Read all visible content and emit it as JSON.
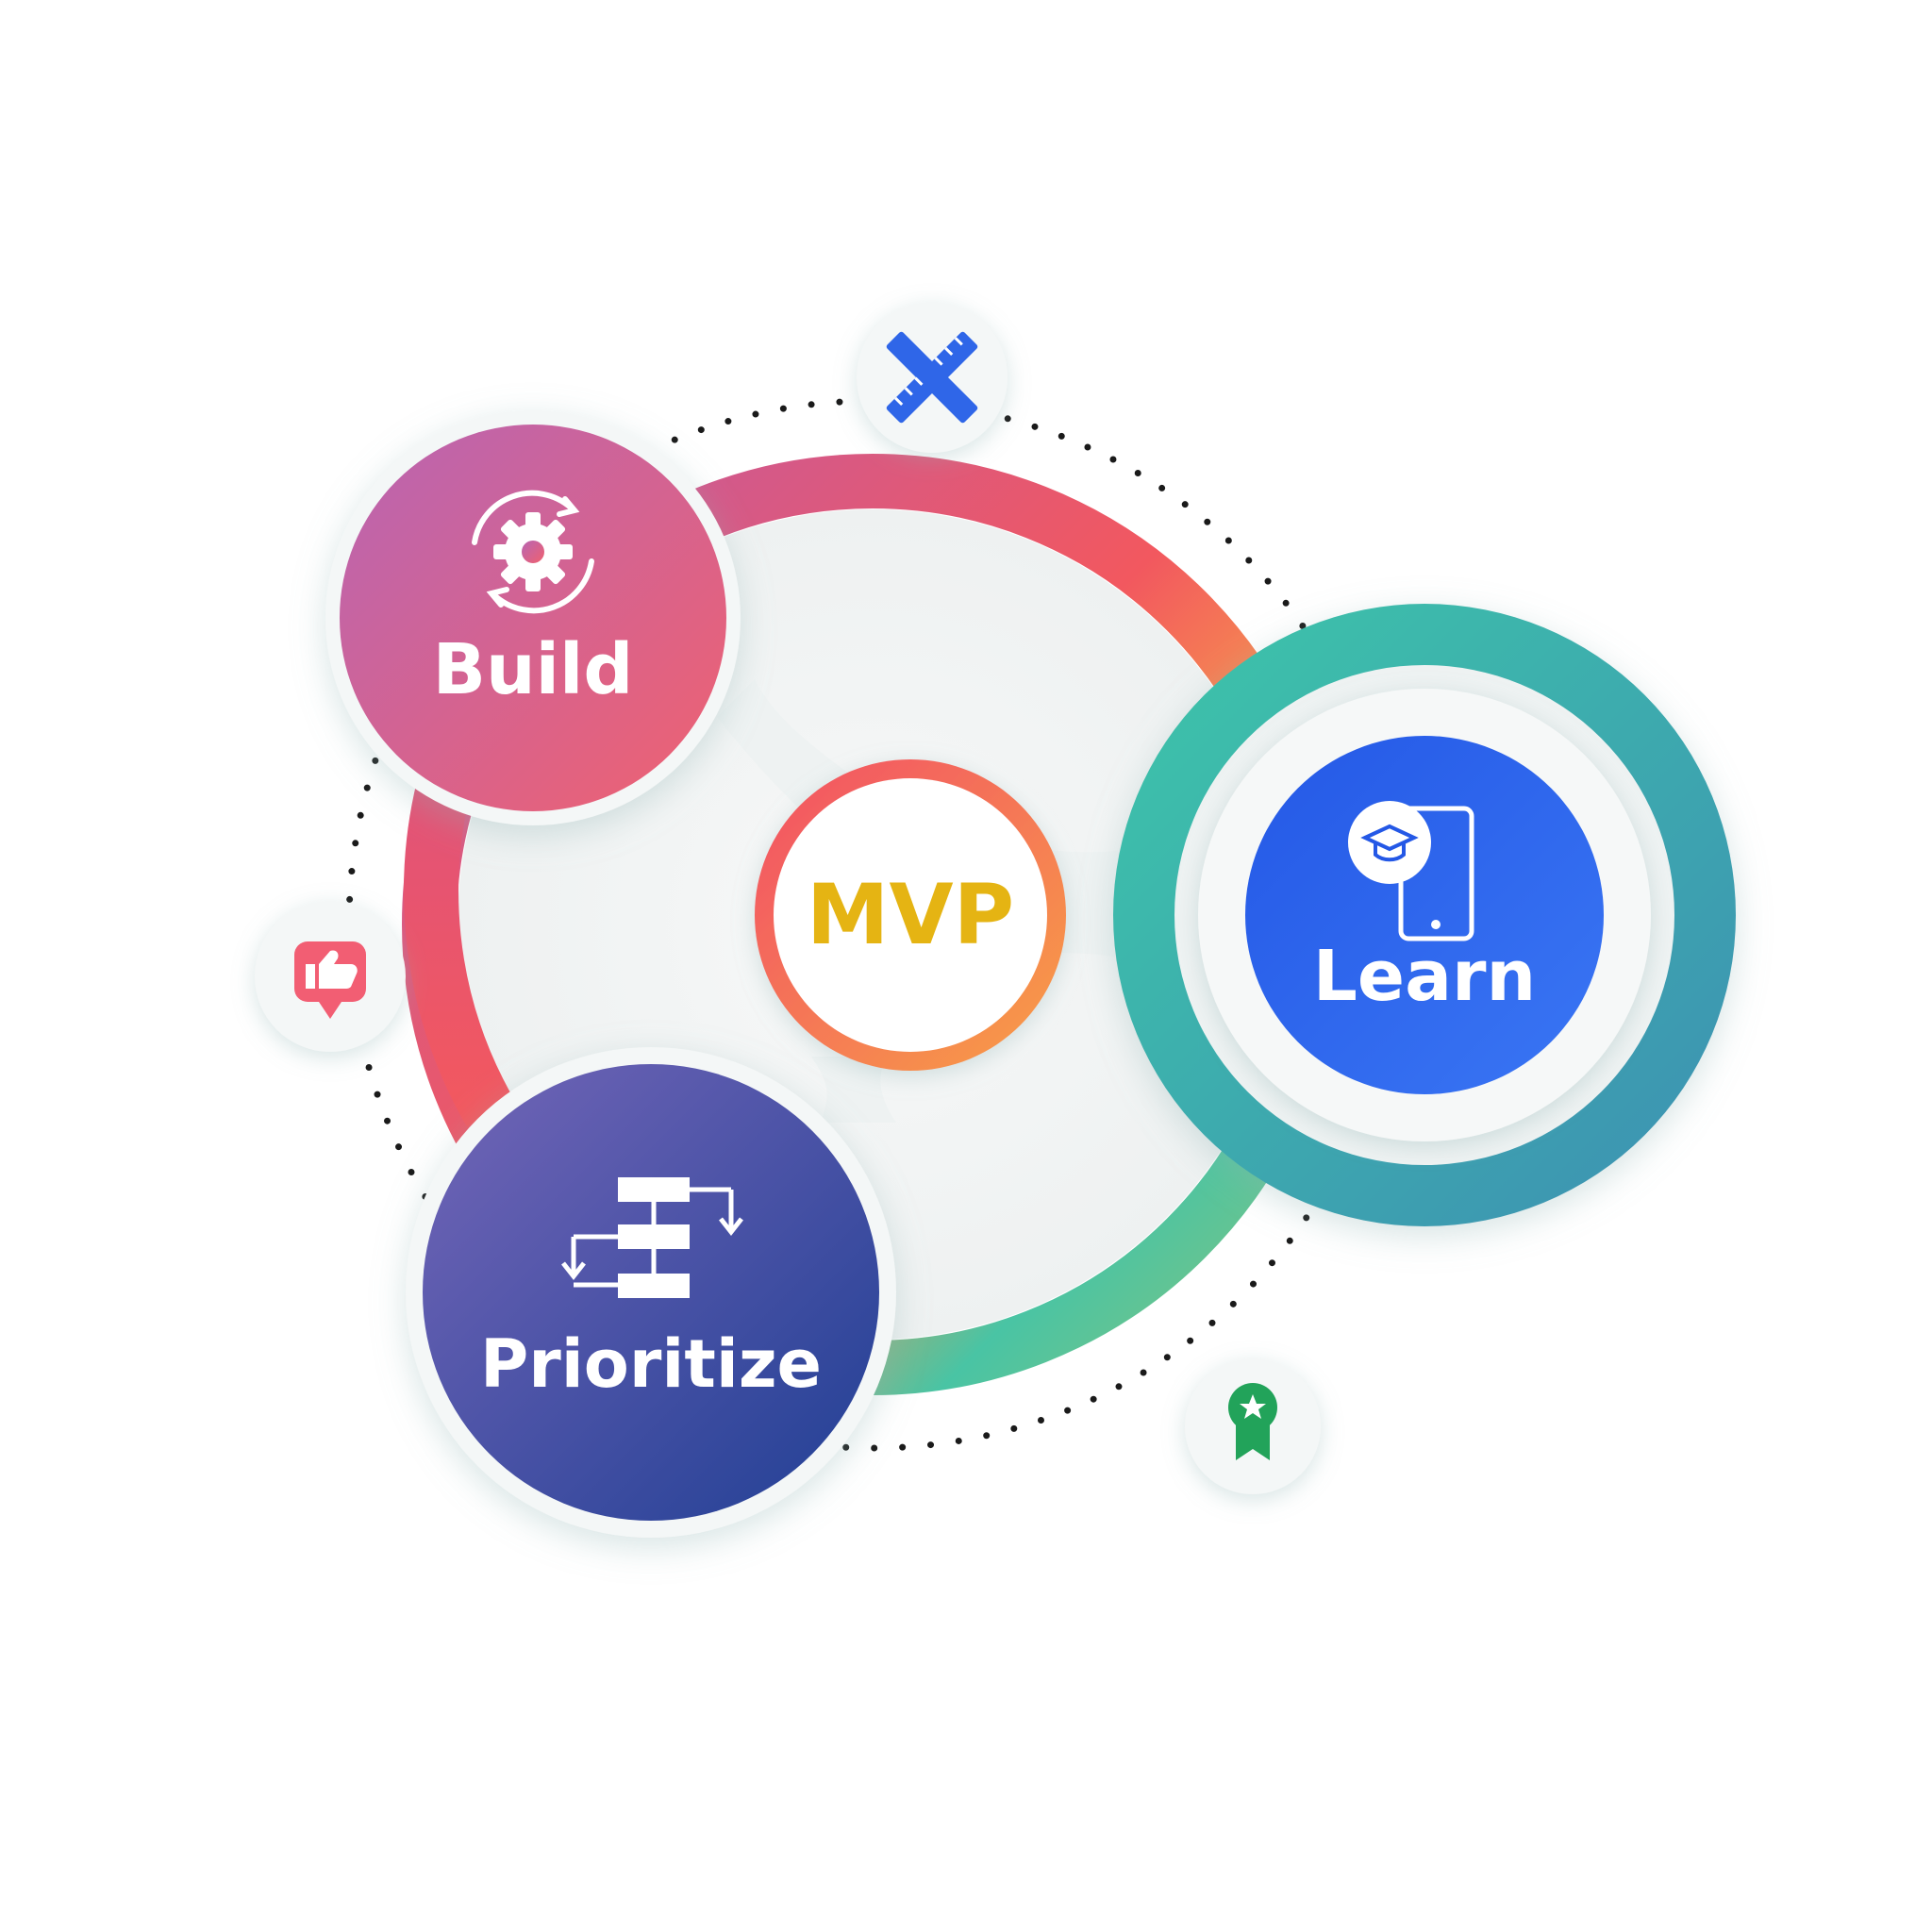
{
  "diagram": {
    "center": {
      "label": "MVP",
      "color": "#e5b413"
    },
    "nodes": {
      "build": {
        "label": "Build",
        "icon": "gear-cycle-icon"
      },
      "learn": {
        "label": "Learn",
        "icon": "mobile-graduation-icon"
      },
      "prioritize": {
        "label": "Prioritize",
        "icon": "flowchart-icon"
      }
    },
    "badges": {
      "design": {
        "icon": "ruler-pencil-icon"
      },
      "like": {
        "icon": "thumbs-up-icon"
      },
      "award": {
        "icon": "award-ribbon-icon"
      }
    },
    "colors": {
      "build_gradient": [
        "#b865b3",
        "#f0616f"
      ],
      "prioritize_gradient": [
        "#7466b8",
        "#203f94"
      ],
      "learn_fill": [
        "#2458e6",
        "#3a76f4"
      ],
      "learn_ring": [
        "#3ec7a9",
        "#3d96b3"
      ],
      "loop_ring": [
        "#c15aa3",
        "#f2585f",
        "#f7974c",
        "#49c4a4"
      ]
    }
  }
}
